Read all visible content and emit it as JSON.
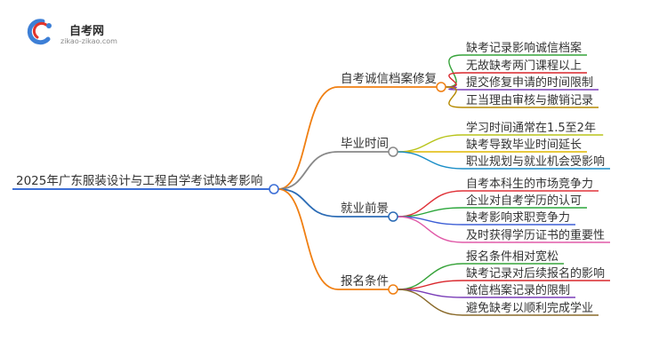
{
  "logo": {
    "name": "自考网",
    "url": "zikao-zikao.com"
  },
  "root": {
    "label": "2025年广东服装设计与工程自学考试缺考影响",
    "color": "#3d6fd6"
  },
  "branches": [
    {
      "label": "自考诚信档案修复",
      "color": "#f07f12",
      "leaves": [
        {
          "label": "缺考记录影响诚信档案",
          "color": "#37a33a"
        },
        {
          "label": "无故缺考两门课程以上",
          "color": "#d9262b"
        },
        {
          "label": "提交修复申请的时间限制",
          "color": "#7a3db8"
        },
        {
          "label": "正当理由审核与撤销记录",
          "color": "#b58a00"
        }
      ]
    },
    {
      "label": "毕业时间",
      "color": "#888888",
      "leaves": [
        {
          "label": "学习时间通常在1.5至2年",
          "color": "#b8c41b"
        },
        {
          "label": "缺考导致毕业时间延长",
          "color": "#e0b800"
        },
        {
          "label": "职业规划与就业机会受影响",
          "color": "#1b8ec7"
        }
      ]
    },
    {
      "label": "就业前景",
      "color": "#2b6bb5",
      "leaves": [
        {
          "label": "自考本科生的市场竞争力",
          "color": "#e0343a"
        },
        {
          "label": "企业对自考学历的认可",
          "color": "#2aa63a"
        },
        {
          "label": "缺考影响求职竞争力",
          "color": "#3d5fd6"
        },
        {
          "label": "及时获得学历证书的重要性",
          "color": "#e05aa8"
        }
      ]
    },
    {
      "label": "报名条件",
      "color": "#f07f12",
      "leaves": [
        {
          "label": "报名条件相对宽松",
          "color": "#37a33a"
        },
        {
          "label": "缺考记录对后续报名的影响",
          "color": "#d9262b"
        },
        {
          "label": "诚信档案记录的限制",
          "color": "#7a3db8"
        },
        {
          "label": "避免缺考以顺利完成学业",
          "color": "#8a6a2a"
        }
      ]
    }
  ]
}
